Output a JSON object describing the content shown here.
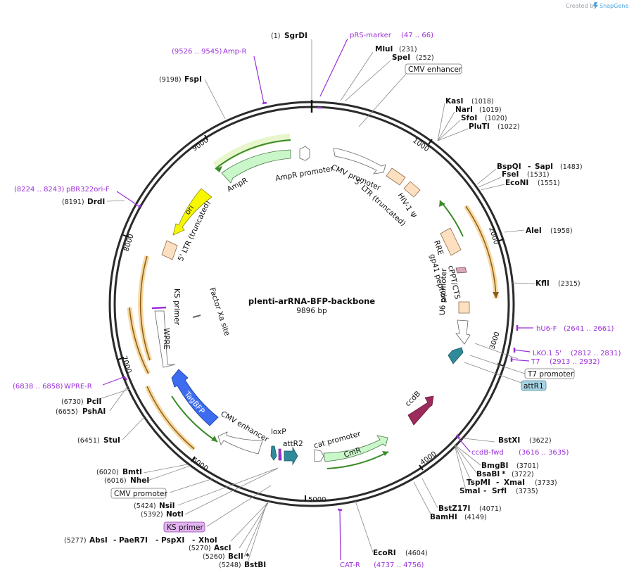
{
  "header": {
    "created_by": "Created by",
    "brand": "SnapGene"
  },
  "center": {
    "name": "plenti-arRNA-BFP-backbone",
    "length": "9896 bp"
  },
  "ticks": [
    "1000",
    "2000",
    "3000",
    "4000",
    "5000",
    "6000",
    "7000",
    "8000",
    "9000"
  ],
  "sites": [
    {
      "pos": "(1)",
      "name": "SgrDI"
    },
    {
      "name": "MluI",
      "pos": "(231)"
    },
    {
      "name": "SpeI",
      "pos": "(252)"
    },
    {
      "name": "KasI",
      "pos": "(1018)"
    },
    {
      "name": "NarI",
      "pos": "(1019)"
    },
    {
      "name": "SfoI",
      "pos": "(1020)"
    },
    {
      "name": "PluTI",
      "pos": "(1022)"
    },
    {
      "name": "BspQI",
      "sep": "-",
      "name2": "SapI",
      "pos": "(1483)"
    },
    {
      "name": "FseI",
      "pos": "(1531)"
    },
    {
      "name": "EcoNI",
      "pos": "(1551)"
    },
    {
      "name": "AleI",
      "pos": "(1958)"
    },
    {
      "name": "KflI",
      "pos": "(2315)"
    },
    {
      "name": "BstXI",
      "pos": "(3622)"
    },
    {
      "name": "BmgBI",
      "pos": "(3701)"
    },
    {
      "name": "BsaBI",
      "star": "*",
      "pos": "(3722)"
    },
    {
      "name": "TspMI",
      "sep": "-",
      "name2": "XmaI",
      "pos": "(3733)"
    },
    {
      "name": "SmaI",
      "sep": "-",
      "name2": "SrfI",
      "pos": "(3735)"
    },
    {
      "name": "BstZ17I",
      "pos": "(4071)"
    },
    {
      "name": "BamHI",
      "pos": "(4149)"
    },
    {
      "name": "EcoRI",
      "pos": "(4604)"
    },
    {
      "pos": "(5424)",
      "name": "NsiI"
    },
    {
      "pos": "(5392)",
      "name": "NotI"
    },
    {
      "pos": "(5277)",
      "name": "AbsI",
      "sep": "-",
      "name2": "PaeR7I",
      "sep2": "-",
      "name3": "PspXI",
      "sep3": "-",
      "name4": "XhoI"
    },
    {
      "pos": "(5270)",
      "name": "AscI"
    },
    {
      "pos": "(5260)",
      "name": "BclI",
      "star": "*"
    },
    {
      "pos": "(5248)",
      "name": "BstBI"
    },
    {
      "pos": "(6451)",
      "name": "StuI"
    },
    {
      "pos": "(6020)",
      "name": "BmtI"
    },
    {
      "pos": "(6016)",
      "name": "NheI"
    },
    {
      "pos": "(6730)",
      "name": "PciI"
    },
    {
      "pos": "(6655)",
      "name": "PshAI"
    },
    {
      "pos": "(8191)",
      "name": "DrdI"
    },
    {
      "pos": "(9198)",
      "name": "FspI"
    }
  ],
  "primers": [
    {
      "name": "pRS-marker",
      "pos": "(47 .. 66)"
    },
    {
      "name": "Amp-R",
      "pos": "(9526 .. 9545)"
    },
    {
      "name": "pBR322ori-F",
      "pos": "(8224 .. 8243)"
    },
    {
      "name": "hU6-F",
      "pos": "(2641 .. 2661)"
    },
    {
      "name": "LKO.1 5'",
      "pos": "(2812 .. 2831)"
    },
    {
      "name": "T7",
      "pos": "(2913 .. 2932)"
    },
    {
      "name": "ccdB-fwd",
      "pos": "(3616 .. 3635)"
    },
    {
      "name": "CAT-R",
      "pos": "(4737 .. 4756)"
    },
    {
      "name": "WPRE-R",
      "pos": "(6838 .. 6858)"
    }
  ],
  "boxed": {
    "cmv_enhancer": "CMV enhancer",
    "t7_promoter": "T7 promoter",
    "attr1": "attR1",
    "cmv_promoter": "CMV promoter",
    "ks_primer": "KS primer"
  },
  "features": {
    "cmv_promoter": "CMV promoter",
    "ltr5": "5' LTR (truncated)",
    "hiv_psi": "HIV-1 Ψ",
    "rre": "RRE",
    "gp41": "gp41 peptide",
    "cppt": "cPPT/CTS",
    "u6": "U6 promoter",
    "ccdb": "ccdB",
    "cat_promoter": "cat promoter",
    "cmr": "CmR",
    "attr2": "attR2",
    "loxp": "loxP",
    "cmv_enhancer": "CMV enhancer",
    "tagbfp": "TagBFP",
    "wpre": "WPRE",
    "ks_primer": "KS primer",
    "factor_xa": "Factor Xa site",
    "ltr5b": "5' LTR (truncated)",
    "ori": "ori",
    "ampr": "AmpR",
    "ampr_promoter": "AmpR promoter"
  },
  "colors": {
    "backbone": "#2b2b2b",
    "primer": "#9b30d9",
    "ampr": "#c9f7c9",
    "ori": "#f7f700",
    "tagbfp": "#3d6cf0",
    "ccdb": "#9c2a5a",
    "ltr": "#fde0c0",
    "u6": "#2f8a9a",
    "attr": "#a5d3e3",
    "ks": "#e3b3f0"
  }
}
